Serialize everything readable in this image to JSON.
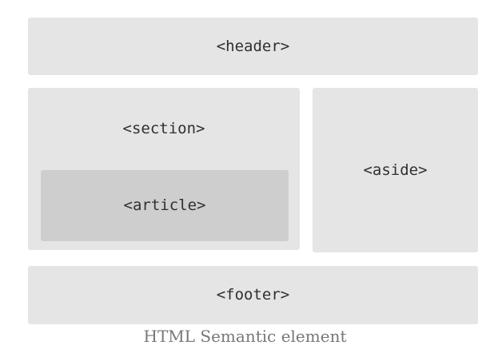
{
  "diagram": {
    "boxes": {
      "header": {
        "label": "<header>"
      },
      "section": {
        "label": "<section>"
      },
      "article": {
        "label": "<article>"
      },
      "aside": {
        "label": "<aside>"
      },
      "footer": {
        "label": "<footer>"
      }
    },
    "caption": "HTML Semantic element",
    "colors": {
      "box_bg": "#e5e5e5",
      "nested_box_bg": "#cecece",
      "label_text": "#303030",
      "caption_text": "#777777"
    }
  }
}
